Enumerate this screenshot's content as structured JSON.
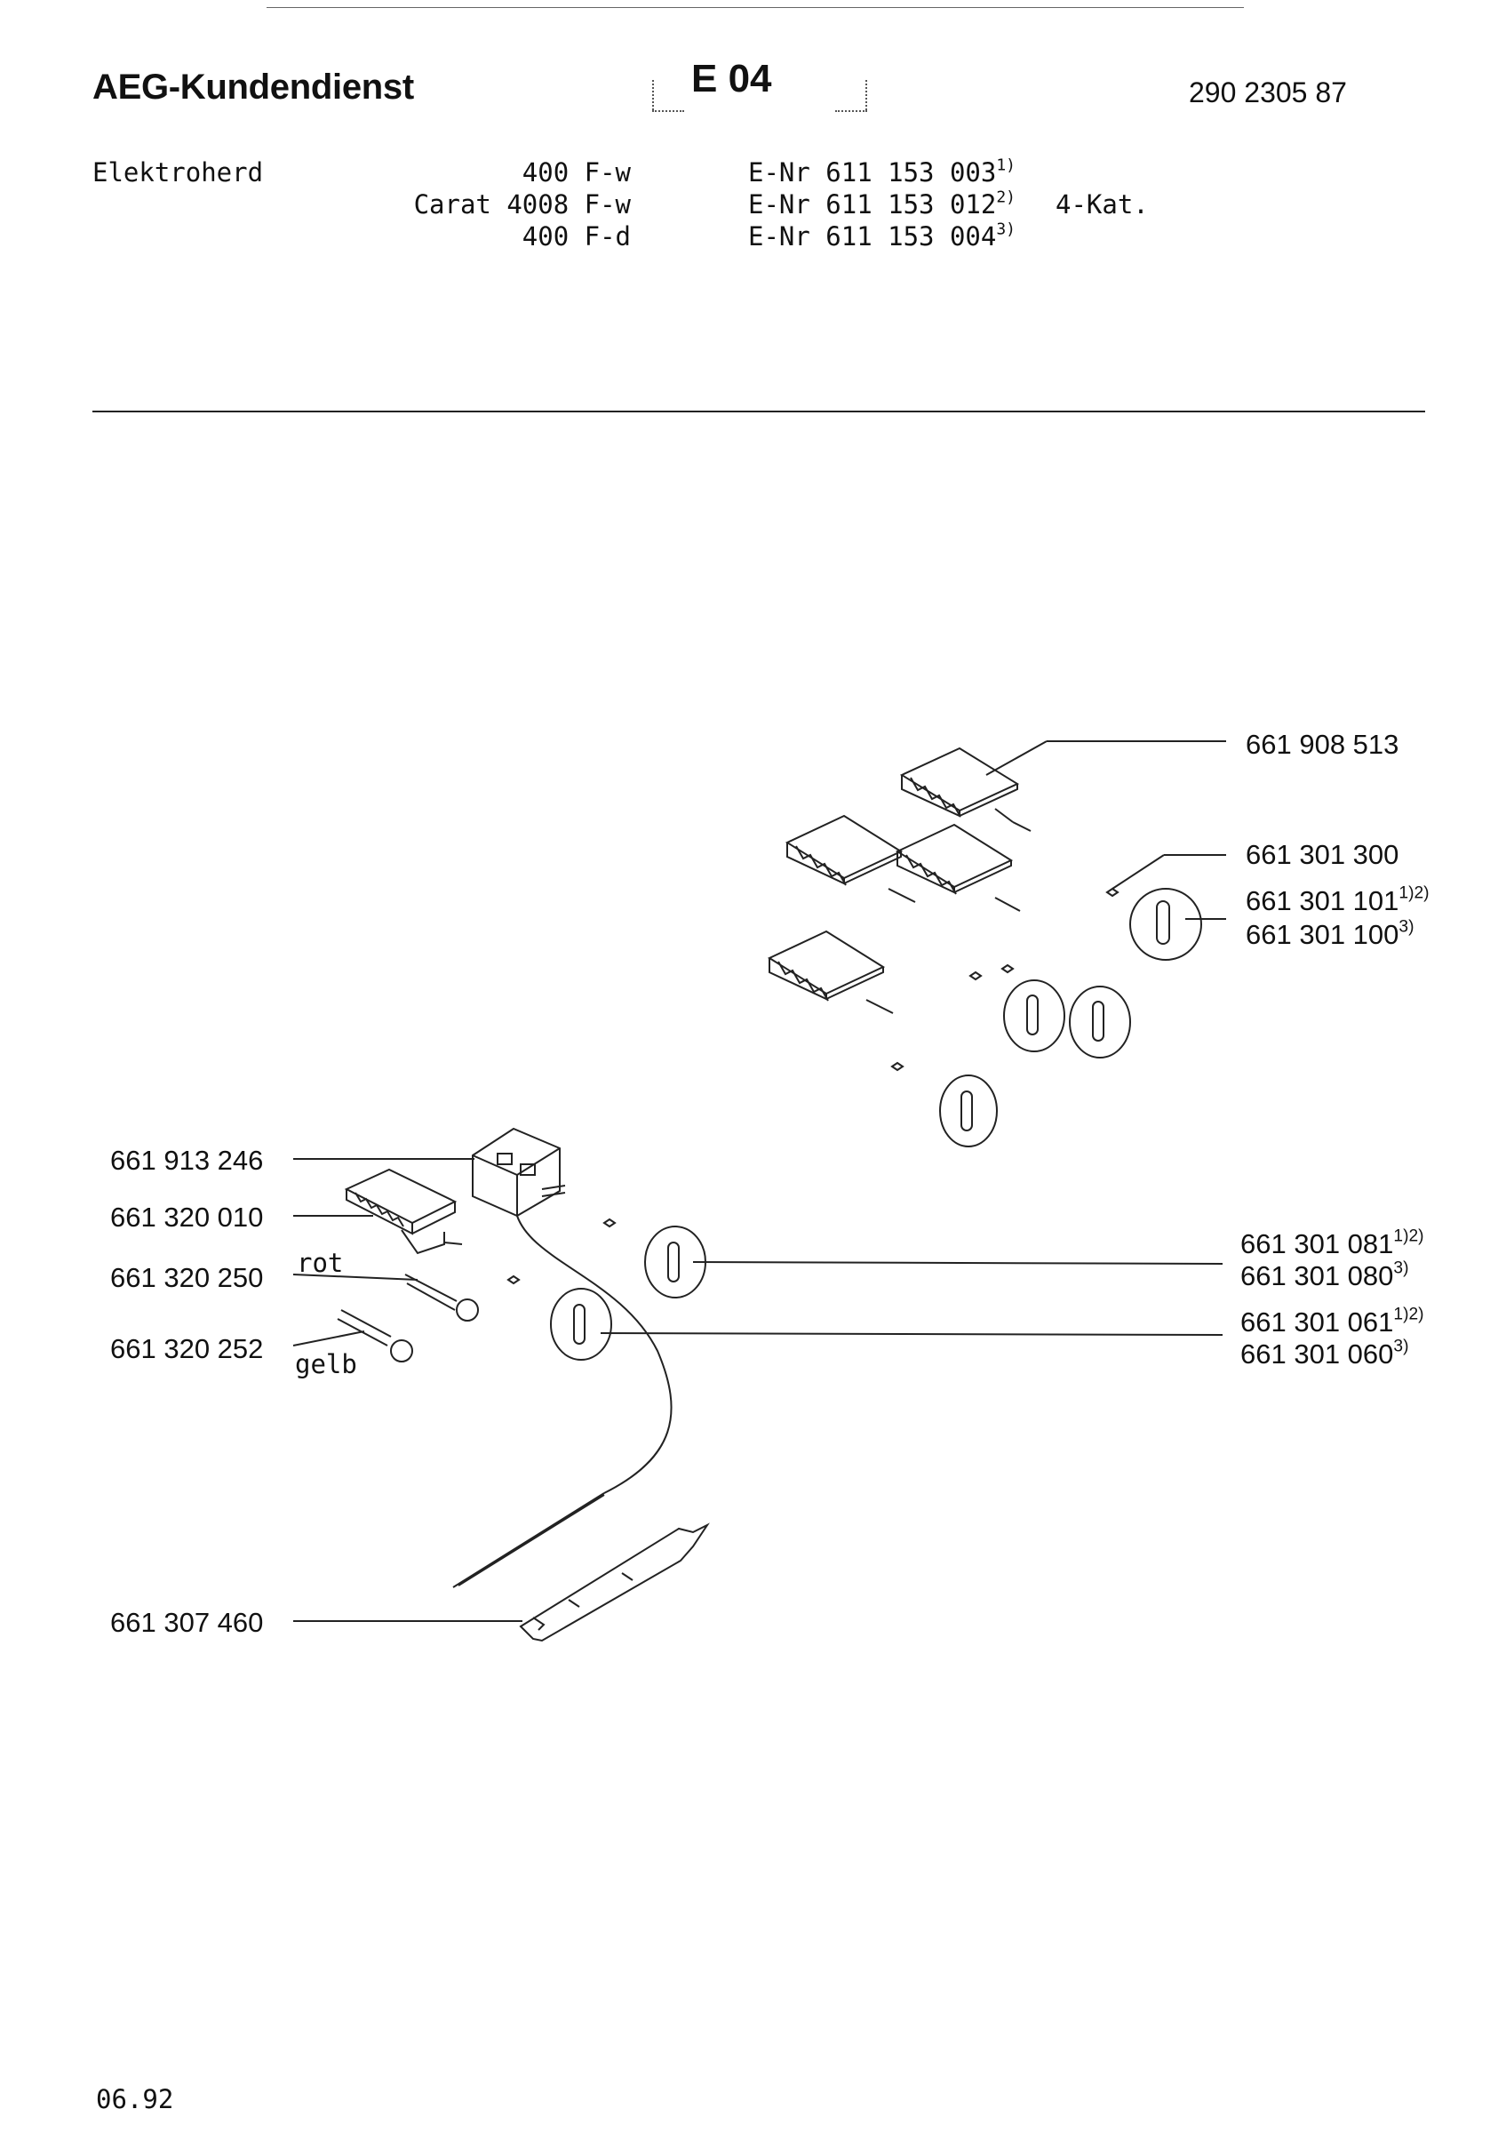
{
  "header": {
    "brand": "AEG-Kundendienst",
    "section_code": "E 04",
    "document_number": "290 2305 87"
  },
  "product": {
    "type": "Elektroherd",
    "models": [
      {
        "model": "400 F-w",
        "enr": "E-Nr 611 153 003",
        "note": "1)"
      },
      {
        "model": "Carat 4008 F-w",
        "enr": "E-Nr 611 153 012",
        "note": "2)"
      },
      {
        "model": "400 F-d",
        "enr": "E-Nr 611 153 004",
        "note": "3)"
      }
    ],
    "category": "4-Kat."
  },
  "parts_right": {
    "switch_top": "661 908 513",
    "clip": "661 301 300",
    "knob_a1": "661 301 101",
    "knob_a1_note": "1)2)",
    "knob_a2": "661 301 100",
    "knob_a2_note": "3)",
    "knob_b1": "661 301 081",
    "knob_b1_note": "1)2)",
    "knob_b2": "661 301 080",
    "knob_b2_note": "3)",
    "knob_c1": "661 301 061",
    "knob_c1_note": "1)2)",
    "knob_c2": "661 301 060",
    "knob_c2_note": "3)"
  },
  "parts_left": {
    "thermostat": "661 913 246",
    "selector_switch": "661 320 010",
    "lamp_red": "661 320 250",
    "lamp_red_label": "rot",
    "lamp_yellow": "661 320 252",
    "lamp_yellow_label": "gelb",
    "bracket": "661 307 460"
  },
  "footer": {
    "date": "06.92"
  }
}
